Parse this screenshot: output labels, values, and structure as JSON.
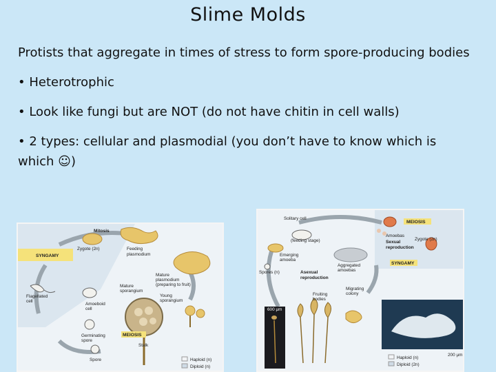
{
  "title": "Slime Molds",
  "bullets": [
    "Protists that aggregate in times of stress to form spore-producing bodies",
    "• Heterotrophic",
    "• Look like fungi but are NOT (do not have chitin in cell walls)",
    "• 2 types:  cellular and plasmodial (you don’t have to know which is which ",
    ")"
  ],
  "smiley": "☺",
  "left_diagram": {
    "labels": {
      "mitosis": "Mitosis",
      "zygote": "Zygote (2n)",
      "feeding": "Feeding",
      "plasmodium": "plasmodium",
      "syngamy": "SYNGAMY",
      "mature_p1": "Mature",
      "mature_p2": "plasmodium",
      "mature_p3": "(preparing to fruit)",
      "mature_s1": "Mature",
      "mature_s2": "sporangium",
      "young1": "Young",
      "young2": "sporangium",
      "flagellated1": "Flagellated",
      "flagellated2": "cell",
      "amoeboid1": "Amoeboid",
      "amoeboid2": "cell",
      "germinating1": "Germinating",
      "germinating2": "spore",
      "meiosis": "MEIOSIS",
      "stalk": "Stalk",
      "spore": "Spore",
      "haploid": "Haploid (n)",
      "diploid": "Diploid (n)"
    }
  },
  "right_diagram": {
    "labels": {
      "solitary": "Solitary cell",
      "feeding_stage": "(feeding stage)",
      "meiosis": "MEIOSIS",
      "amoebas": "Amoebas",
      "zygote": "Zygote (2n)",
      "sexual1": "Sexual",
      "sexual2": "reproduction",
      "emerging1": "Emerging",
      "emerging2": "amoeba",
      "aggregated1": "Aggregated",
      "aggregated2": "amoebas",
      "syngamy": "SYNGAMY",
      "spores": "Spores (n)",
      "asexual1": "Asexual",
      "asexual2": "reproduction",
      "scale600": "600 μm",
      "fruiting1": "Fruiting",
      "fruiting2": "bodies",
      "migrating1": "Migrating",
      "migrating2": "colony",
      "haploid": "Haploid (n)",
      "diploid": "Diploid (2n)",
      "scale200": "200 μm"
    }
  },
  "colors": {
    "background": "#cbe7f7",
    "figure_bg": "#eef3f7",
    "syngamy_band": "#f5e27a",
    "orange_zygote": "#e07a4a",
    "yellow_body": "#e7c56a",
    "arrow": "#9aa5ad"
  }
}
